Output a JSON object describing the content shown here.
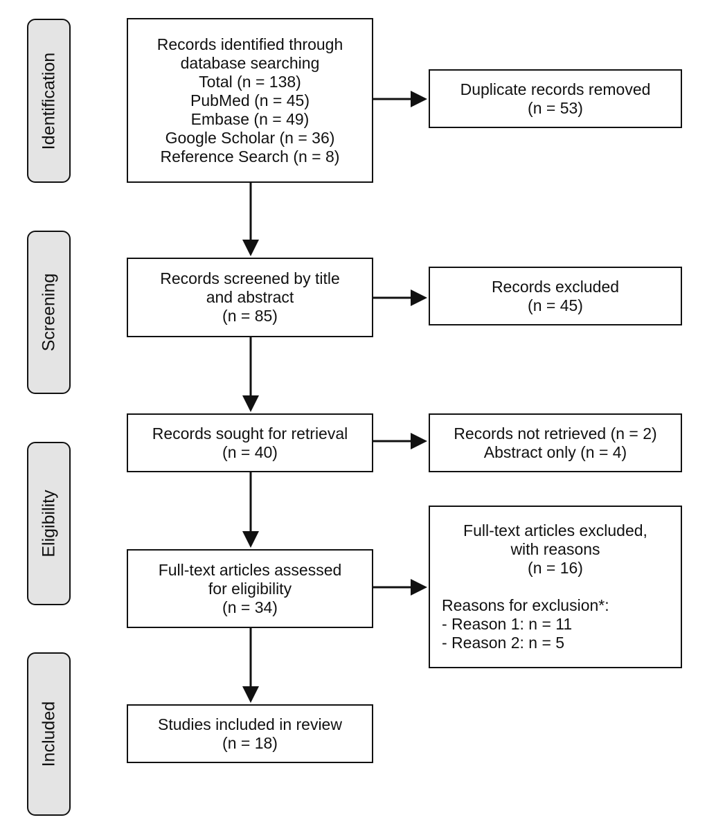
{
  "stages": [
    {
      "id": "identification",
      "label": "Identification"
    },
    {
      "id": "screening",
      "label": "Screening"
    },
    {
      "id": "eligibility",
      "label": "Eligibility"
    },
    {
      "id": "included",
      "label": "Included"
    }
  ],
  "main_boxes": [
    {
      "id": "records-identified",
      "lines": [
        "Records identified through",
        "database searching",
        "Total (n = 138)",
        "PubMed (n = 45)",
        "Embase (n = 49)",
        "Google Scholar (n = 36)",
        "Reference Search (n = 8)"
      ]
    },
    {
      "id": "records-screened",
      "lines": [
        "Records screened by title",
        "and abstract",
        "(n = 85)"
      ]
    },
    {
      "id": "records-sought",
      "lines": [
        "Records sought for retrieval",
        "(n = 40)"
      ]
    },
    {
      "id": "full-text-assessed",
      "lines": [
        "Full-text articles assessed",
        "for eligibility",
        "(n = 34)"
      ]
    },
    {
      "id": "studies-included",
      "lines": [
        "Studies included in review",
        "(n = 18)"
      ]
    }
  ],
  "side_boxes": [
    {
      "id": "duplicates-removed",
      "lines": [
        "Duplicate records removed",
        "(n = 53)"
      ]
    },
    {
      "id": "records-excluded",
      "lines": [
        "Records excluded",
        "(n = 45)"
      ]
    },
    {
      "id": "records-not-retrieved",
      "lines": [
        "Records not retrieved (n = 2)",
        "Abstract only (n = 4)"
      ]
    },
    {
      "id": "full-text-excluded",
      "header_lines": [
        "Full-text articles excluded,",
        "with reasons",
        "(n = 16)"
      ],
      "reason_lines": [
        "Reasons for exclusion*:",
        "- Reason 1: n = 11",
        "- Reason 2: n = 5"
      ]
    }
  ]
}
